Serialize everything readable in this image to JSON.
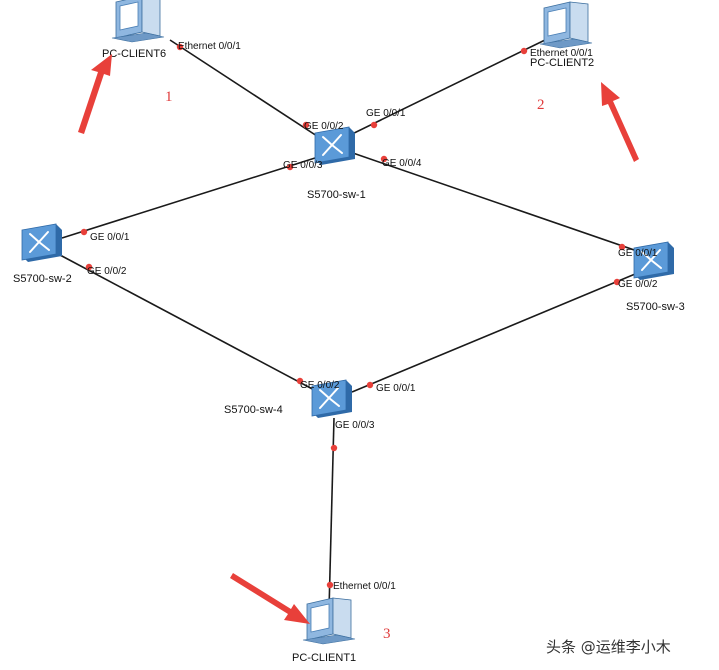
{
  "colors": {
    "link": "#1a1a1a",
    "port_dot": "#e8403a",
    "switch_fill": "#5b9ad8",
    "switch_side": "#2f6aa8",
    "pc_body": "#8fb7e0",
    "arrow": "#e8403a"
  },
  "devices": {
    "pc_client6": {
      "label": "PC-CLIENT6",
      "icon": "pc-icon"
    },
    "pc_client2": {
      "label": "PC-CLIENT2",
      "icon": "pc-icon"
    },
    "pc_client1": {
      "label": "PC-CLIENT1",
      "icon": "pc-icon"
    },
    "sw1": {
      "label": "S5700-sw-1",
      "icon": "switch-icon"
    },
    "sw2": {
      "label": "S5700-sw-2",
      "icon": "switch-icon"
    },
    "sw3": {
      "label": "S5700-sw-3",
      "icon": "switch-icon"
    },
    "sw4": {
      "label": "S5700-sw-4",
      "icon": "switch-icon"
    }
  },
  "ports": {
    "pc6_eth": "Ethernet 0/0/1",
    "pc2_eth": "Ethernet 0/0/1",
    "pc1_eth": "Ethernet 0/0/1",
    "sw1_ge1": "GE 0/0/1",
    "sw1_ge2": "GE 0/0/2",
    "sw1_ge3": "GE 0/0/3",
    "sw1_ge4": "GE 0/0/4",
    "sw2_ge1": "GE 0/0/1",
    "sw2_ge2": "GE 0/0/2",
    "sw3_ge1": "GE 0/0/1",
    "sw3_ge2": "GE 0/0/2",
    "sw4_ge1": "GE 0/0/1",
    "sw4_ge2": "GE 0/0/2",
    "sw4_ge3": "GE 0/0/3"
  },
  "annotations": {
    "mark1": "1",
    "mark2": "2",
    "mark3": "3"
  },
  "watermark": "头条 @运维李小木"
}
